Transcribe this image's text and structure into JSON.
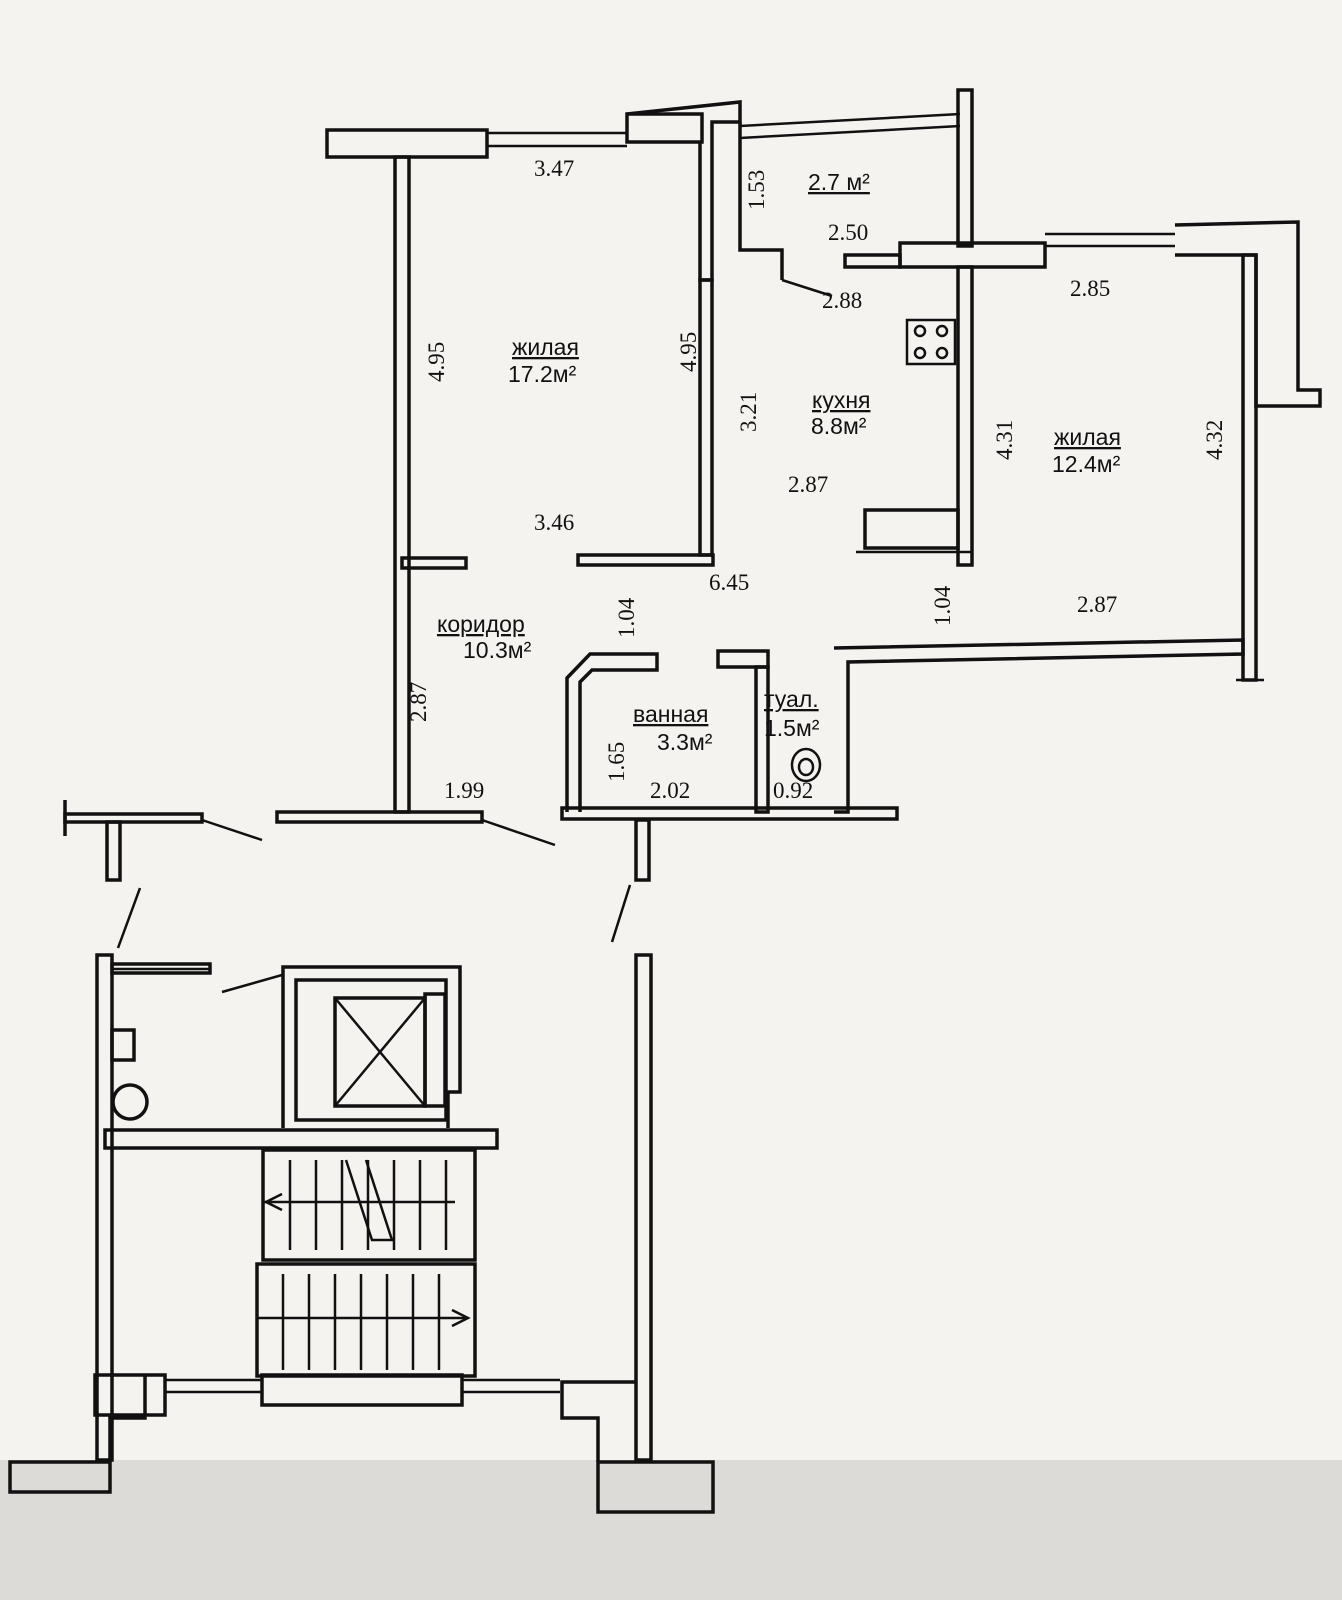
{
  "rooms": {
    "living1": {
      "name": "жилая",
      "area": "17.2м²"
    },
    "living2": {
      "name": "жилая",
      "area": "12.4м²"
    },
    "kitchen": {
      "name": "кухня",
      "area": "8.8м²"
    },
    "balcony": {
      "area": "2.7 м²"
    },
    "corridor": {
      "name": "коридор",
      "area": "10.3м²"
    },
    "bathroom": {
      "name": "ванная",
      "area": "3.3м²"
    },
    "toilet": {
      "name": "туал.",
      "area": "1.5м²"
    }
  },
  "dimensions": {
    "living1_top": "3.47",
    "living1_left": "4.95",
    "living1_right": "4.95",
    "living1_bottom": "3.46",
    "balcony_side": "1.53",
    "balcony_bottom": "2.50",
    "kitchen_top": "2.88",
    "kitchen_left": "3.21",
    "kitchen_bottom": "2.87",
    "living2_top": "2.85",
    "living2_left": "4.31",
    "living2_right": "4.32",
    "living2_bottom": "2.87",
    "hall_length": "6.45",
    "passage_left": "1.04",
    "passage_right": "1.04",
    "corridor_left": "2.87",
    "corridor_bottom": "1.99",
    "bathroom_side": "1.65",
    "bathroom_bottom": "2.02",
    "toilet_bottom": "0.92"
  },
  "icons": [
    "stove-icon",
    "toilet-icon",
    "elevator-icon",
    "stair-arrow-left-icon",
    "stair-arrow-right-icon",
    "garbage-chute-icon"
  ]
}
